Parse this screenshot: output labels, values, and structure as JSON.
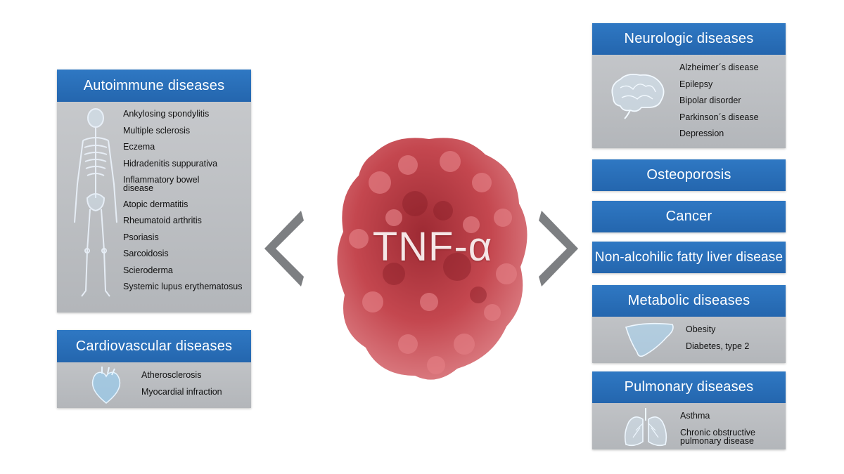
{
  "center": {
    "label": "TNF-α"
  },
  "autoimmune": {
    "title": "Autoimmune diseases",
    "items": [
      "Ankylosing spondylitis",
      "Multiple sclerosis",
      "Eczema",
      "Hidradenitis suppurativa",
      "Inflammatory bowel disease",
      "Atopic dermatitis",
      "Rheumatoid arthritis",
      "Psoriasis",
      "Sarcoidosis",
      "Scieroderma",
      "Systemic lupus erythematosus"
    ]
  },
  "cardiovascular": {
    "title": "Cardiovascular diseases",
    "items": [
      "Atherosclerosis",
      "Myocardial infraction"
    ]
  },
  "neurologic": {
    "title": "Neurologic diseases",
    "items": [
      "Alzheimer´s disease",
      "Epilepsy",
      "Bipolar disorder",
      "Parkinson´s disease",
      "Depression"
    ]
  },
  "osteoporosis": {
    "title": "Osteoporosis"
  },
  "cancer": {
    "title": "Cancer"
  },
  "nafld": {
    "title": "Non-alcohilic fatty liver disease"
  },
  "metabolic": {
    "title": "Metabolic diseases",
    "items": [
      "Obesity",
      "Diabetes, type 2"
    ]
  },
  "pulmonary": {
    "title": "Pulmonary diseases",
    "items": [
      "Asthma",
      "Chronic obstructive pulmonary disease"
    ]
  },
  "icons": [
    "skeleton-icon",
    "heart-icon",
    "brain-icon",
    "liver-icon",
    "lungs-icon",
    "protein-structure",
    "chevron-left-icon",
    "chevron-right-icon"
  ],
  "colors": {
    "header_blue": "#2a6fb9",
    "panel_gray": "#bfc1c4",
    "protein_red": "#c4474f",
    "chevron_gray": "#7d7f82"
  }
}
